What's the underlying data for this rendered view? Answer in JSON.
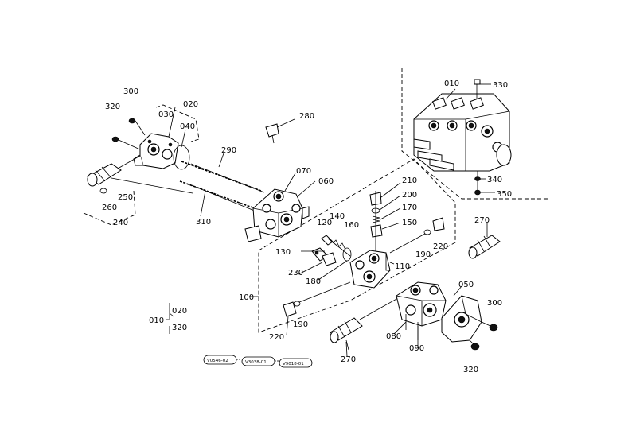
{
  "labels": {
    "l010a": "010",
    "l330": "330",
    "l340": "340",
    "l350": "350",
    "l300a": "300",
    "l320a": "320",
    "l020a": "020",
    "l030": "030",
    "l040": "040",
    "l280": "280",
    "l290": "290",
    "l250": "250",
    "l260": "260",
    "l240": "240",
    "l310": "310",
    "l070": "070",
    "l060": "060",
    "l210": "210",
    "l200": "200",
    "l170": "170",
    "l150": "150",
    "l120": "120",
    "l140": "140",
    "l160": "160",
    "l130": "130",
    "l230": "230",
    "l180": "180",
    "l110": "110",
    "l190a": "190",
    "l220a": "220",
    "l270a": "270",
    "l100": "100",
    "l010b": "010",
    "l020b": "020",
    "l320b": "320",
    "l220b": "220",
    "l190b": "190",
    "l270b": "270",
    "l080": "080",
    "l090": "090",
    "l050": "050",
    "l300b": "300",
    "l320c": "320"
  },
  "revisions": [
    "V0546-02",
    "V3038-01",
    "V9018-01"
  ]
}
